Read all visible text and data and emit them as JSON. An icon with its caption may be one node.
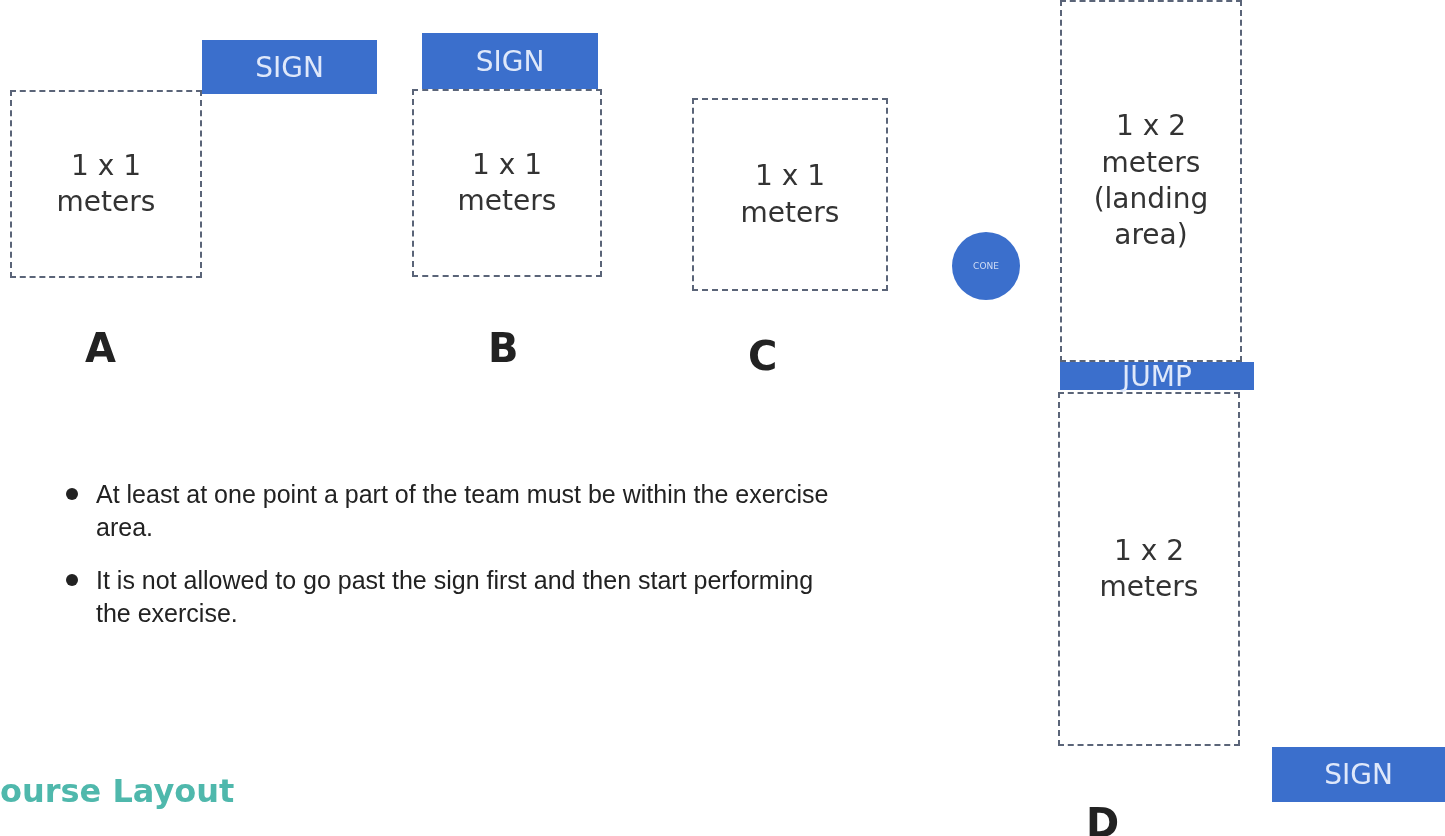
{
  "diagram": {
    "title": "ourse Layout",
    "nodes": [
      {
        "text": [
          "SIGN"
        ]
      },
      {
        "text": [
          "1 x 1 meters"
        ]
      },
      {
        "text": [
          "SIGN"
        ]
      },
      {
        "text": [
          "1 x 1 meters"
        ]
      },
      {
        "text": [
          "1 x 1 meters"
        ]
      },
      {
        "text": [
          "CONE"
        ]
      },
      {
        "text": [
          "1 x 2 meters (landing area)"
        ]
      },
      {
        "text": [
          "JUMP"
        ]
      },
      {
        "text": [
          "1 x 2 meters"
        ]
      },
      {
        "text": [
          "SIGN"
        ]
      }
    ],
    "edges": [],
    "labels": [
      "A",
      "B",
      "C",
      "At least at one point a part of the team must be within the exercise area.",
      "It is not allowed to go past the sign first and then start performing the exercise.",
      "D"
    ]
  }
}
